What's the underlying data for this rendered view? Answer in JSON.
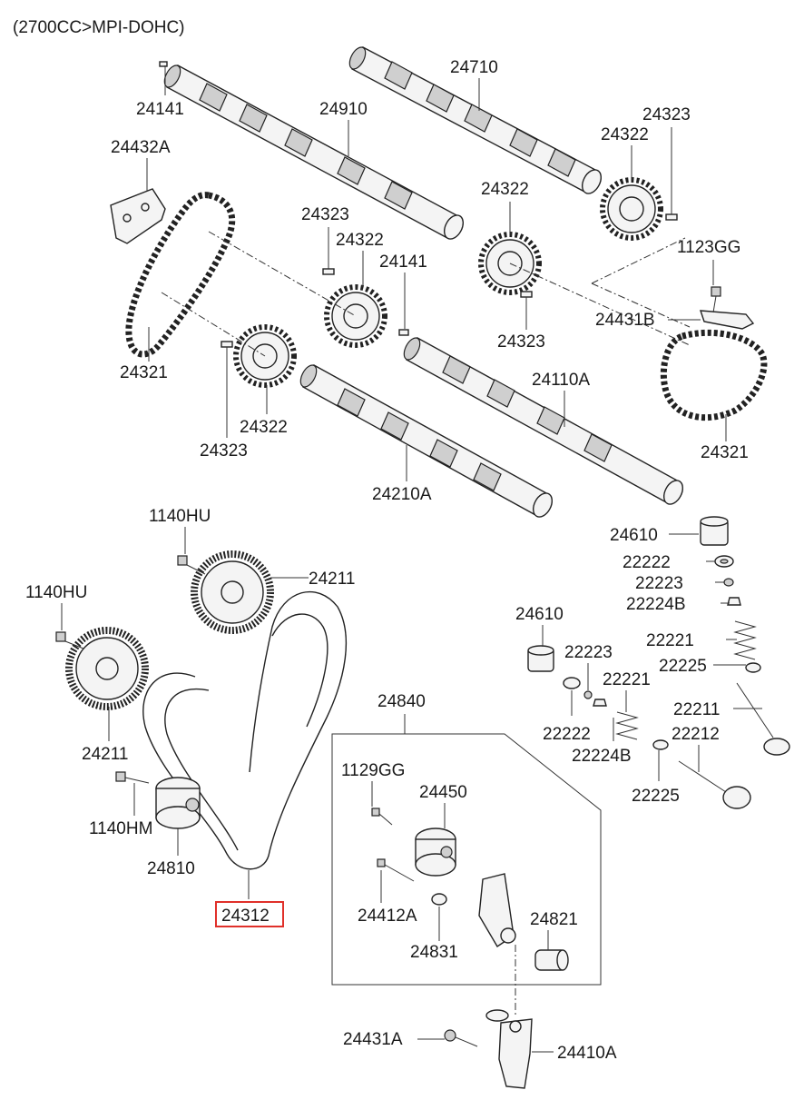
{
  "header": "(2700CC>MPI-DOHC)",
  "highlighted_part": "24312",
  "labels": {
    "l_24141_a": "24141",
    "l_24910": "24910",
    "l_24710": "24710",
    "l_24323_a": "24323",
    "l_24322_a": "24322",
    "l_24432a": "24432A",
    "l_24322_b": "24322",
    "l_24323_b": "24323",
    "l_24322_c": "24322",
    "l_24141_b": "24141",
    "l_1123gg": "1123GG",
    "l_24431b": "24431B",
    "l_24321_a": "24321",
    "l_24323_c": "24323",
    "l_24110a": "24110A",
    "l_24322_d": "24322",
    "l_24323_d": "24323",
    "l_24321_b": "24321",
    "l_24210a": "24210A",
    "l_1140hu_a": "1140HU",
    "l_24610_a": "24610",
    "l_22222_a": "22222",
    "l_24211_a": "24211",
    "l_22223_a": "22223",
    "l_1140hu_b": "1140HU",
    "l_22224b_a": "22224B",
    "l_24610_b": "24610",
    "l_22221_a": "22221",
    "l_22223_b": "22223",
    "l_22225_a": "22225",
    "l_22221_b": "22221",
    "l_24840": "24840",
    "l_22211": "22211",
    "l_22222_b": "22222",
    "l_22212": "22212",
    "l_24211_b": "24211",
    "l_22224b_b": "22224B",
    "l_1129gg": "1129GG",
    "l_22225_b": "22225",
    "l_24450": "24450",
    "l_1140hm": "1140HM",
    "l_24810": "24810",
    "l_24312": "24312",
    "l_24412a": "24412A",
    "l_24821": "24821",
    "l_24831": "24831",
    "l_24431a": "24431A",
    "l_24410a": "24410A"
  }
}
